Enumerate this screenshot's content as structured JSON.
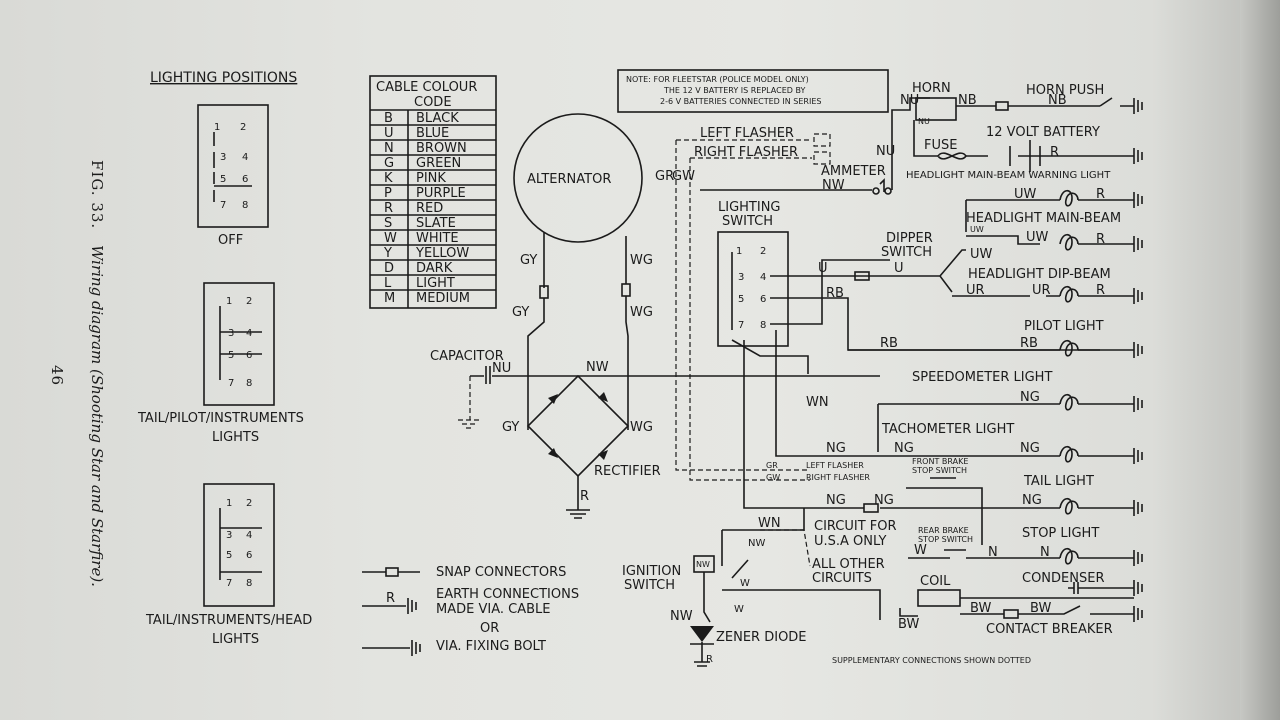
{
  "figure": {
    "label": "FIG. 33.",
    "title": "Wiring diagram (Shooting Star and Starfire).",
    "page_number": "46"
  },
  "lighting_positions": {
    "heading": "LIGHTING POSITIONS",
    "switch_numbers": [
      "1",
      "2",
      "3",
      "4",
      "5",
      "6",
      "7",
      "8"
    ],
    "positions": [
      {
        "label_line1": "OFF",
        "label_line2": ""
      },
      {
        "label_line1": "TAIL/PILOT/INSTRUMENTS",
        "label_line2": "LIGHTS"
      },
      {
        "label_line1": "TAIL/INSTRUMENTS/HEAD",
        "label_line2": "LIGHTS"
      }
    ]
  },
  "cable_colour_code": {
    "title_line1": "CABLE COLOUR",
    "title_line2": "CODE",
    "rows": [
      {
        "code": "B",
        "colour": "BLACK"
      },
      {
        "code": "U",
        "colour": "BLUE"
      },
      {
        "code": "N",
        "colour": "BROWN"
      },
      {
        "code": "G",
        "colour": "GREEN"
      },
      {
        "code": "K",
        "colour": "PINK"
      },
      {
        "code": "P",
        "colour": "PURPLE"
      },
      {
        "code": "R",
        "colour": "RED"
      },
      {
        "code": "S",
        "colour": "SLATE"
      },
      {
        "code": "W",
        "colour": "WHITE"
      },
      {
        "code": "Y",
        "colour": "YELLOW"
      },
      {
        "code": "D",
        "colour": "DARK"
      },
      {
        "code": "L",
        "colour": "LIGHT"
      },
      {
        "code": "M",
        "colour": "MEDIUM"
      }
    ]
  },
  "note": {
    "line1": "NOTE: FOR FLEETSTAR (POLICE MODEL ONLY)",
    "line2": "THE 12 V BATTERY IS REPLACED BY",
    "line3": "2-6 V BATTERIES CONNECTED IN SERIES"
  },
  "components": {
    "alternator": "ALTERNATOR",
    "capacitor": "CAPACITOR",
    "rectifier": "RECTIFIER",
    "lighting_switch_line1": "LIGHTING",
    "lighting_switch_line2": "SWITCH",
    "ammeter": "AMMETER",
    "dipper_switch_line1": "DIPPER",
    "dipper_switch_line2": "SWITCH",
    "ignition_switch_line1": "IGNITION",
    "ignition_switch_line2": "SWITCH",
    "zener_diode": "ZENER DIODE",
    "coil": "COIL",
    "fuse": "FUSE",
    "left_flasher": "LEFT FLASHER",
    "right_flasher": "RIGHT FLASHER",
    "left_flasher_small": "LEFT FLASHER",
    "right_flasher_small": "RIGHT FLASHER",
    "front_brake_line1": "FRONT BRAKE",
    "front_brake_line2": "STOP SWITCH",
    "rear_brake_line1": "REAR BRAKE",
    "rear_brake_line2": "STOP SWITCH",
    "circuit_usa_line1": "CIRCUIT FOR",
    "circuit_usa_line2": "U.S.A ONLY",
    "all_other_line1": "ALL OTHER",
    "all_other_line2": "CIRCUITS"
  },
  "loads": {
    "horn": "HORN",
    "horn_push": "HORN PUSH",
    "battery": "12 VOLT BATTERY",
    "warning_light": "HEADLIGHT MAIN-BEAM WARNING LIGHT",
    "main_beam": "HEADLIGHT MAIN-BEAM",
    "dip_beam": "HEADLIGHT DIP-BEAM",
    "pilot_light": "PILOT LIGHT",
    "speedometer_light": "SPEEDOMETER  LIGHT",
    "tachometer_light": "TACHOMETER  LIGHT",
    "tail_light": "TAIL LIGHT",
    "stop_light": "STOP LIGHT",
    "condenser": "CONDENSER",
    "contact_breaker": "CONTACT BREAKER"
  },
  "legend": {
    "snap": "SNAP CONNECTORS",
    "earth_line1": "EARTH CONNECTIONS",
    "earth_line2": "MADE VIA. CABLE",
    "or": "OR",
    "bolt": "VIA. FIXING BOLT"
  },
  "footer": "SUPPLEMENTARY CONNECTIONS SHOWN DOTTED",
  "wire_labels": {
    "R": "R",
    "NU": "NU",
    "NB": "NB",
    "NW": "NW",
    "GR": "GR",
    "GW": "GW",
    "GY": "GY",
    "WG": "WG",
    "UW": "UW",
    "U": "U",
    "UR": "UR",
    "RB": "RB",
    "WN": "WN",
    "NG": "NG",
    "W": "W",
    "N": "N",
    "BW": "BW"
  }
}
